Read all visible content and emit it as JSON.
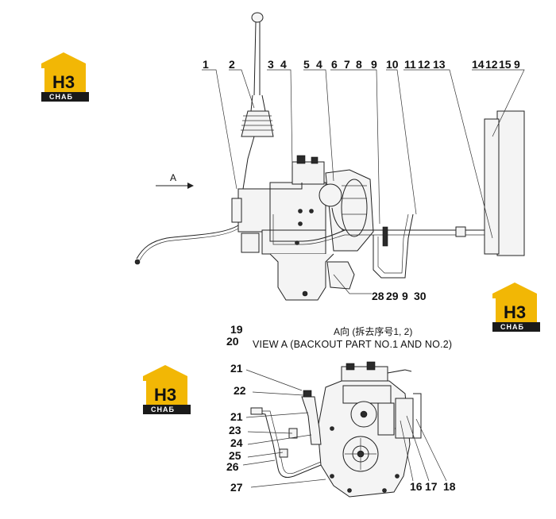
{
  "logo": {
    "text": "H3",
    "subtext": "CHAБ",
    "accent_color": "#f2b705",
    "dark_color": "#1a1a1a"
  },
  "view_arrow_label": "A",
  "view_a": {
    "title_cn": "A向 (拆去序号1, 2)",
    "title_en": "VIEW A (BACKOUT PART NO.1 AND NO.2)"
  },
  "callouts_top": [
    "1",
    "2",
    "3",
    "4",
    "5",
    "4",
    "6",
    "7",
    "8",
    "9",
    "10",
    "11",
    "12",
    "13",
    "14",
    "12",
    "15",
    "9"
  ],
  "callouts_bottom_top_view": [
    "28",
    "29",
    "9",
    "30"
  ],
  "callouts_view_a_left": [
    "19",
    "20",
    "21",
    "22",
    "21",
    "23",
    "24",
    "25",
    "26",
    "27"
  ],
  "callouts_view_a_right": [
    "16",
    "17",
    "18"
  ]
}
